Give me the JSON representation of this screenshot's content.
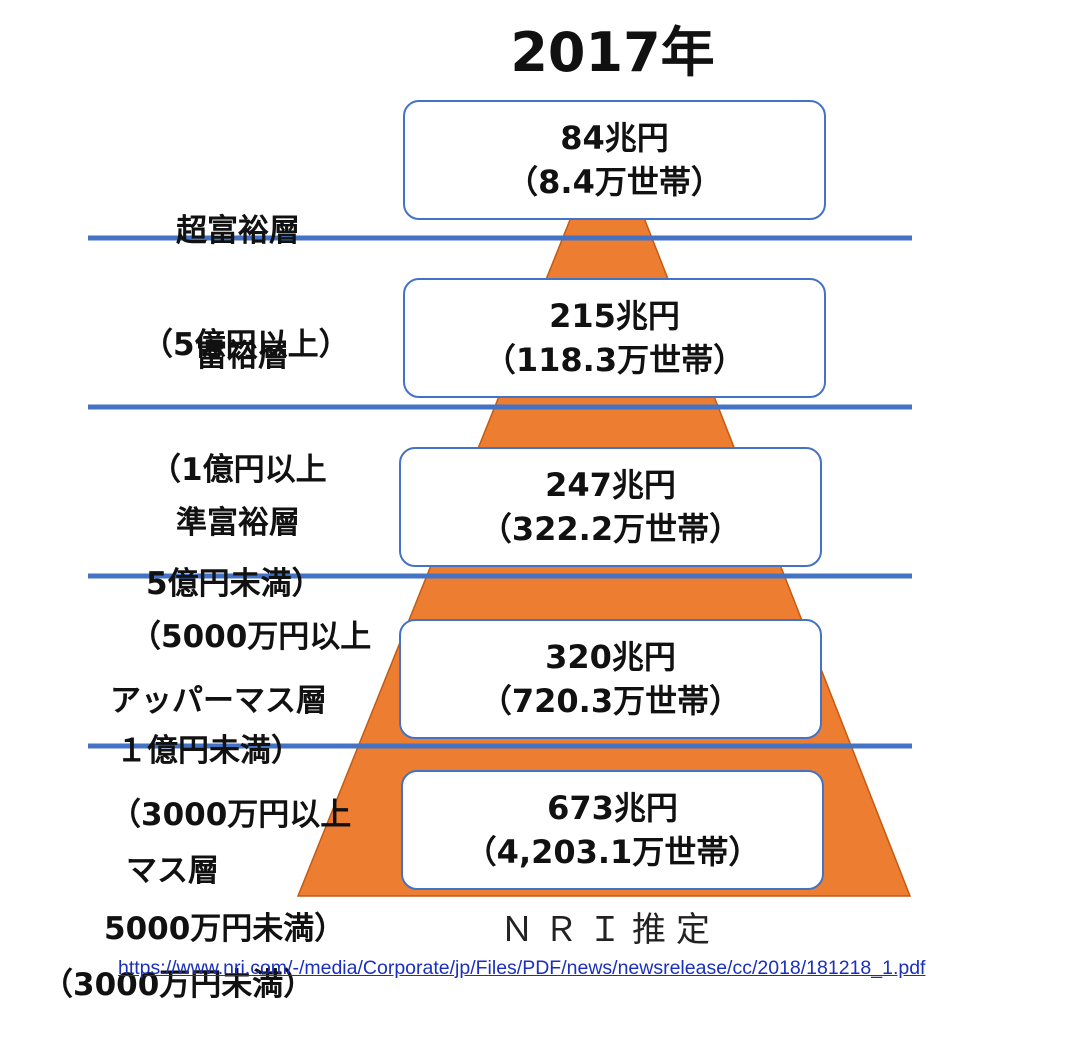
{
  "title": "2017年",
  "colors": {
    "pyramid_fill": "#ed7d31",
    "pyramid_stroke": "#c55a11",
    "divider": "#4472c4",
    "box_border": "#4472c4",
    "link": "#1a2fc0"
  },
  "tiers": [
    {
      "label_lines": [
        "超富裕層",
        "（5億円以上）"
      ],
      "amount": "84兆円",
      "households": "（8.4万世帯）"
    },
    {
      "label_lines": [
        "富裕層",
        "（1億円以上",
        "5億円未満）"
      ],
      "amount": "215兆円",
      "households": "（118.3万世帯）"
    },
    {
      "label_lines": [
        "準富裕層",
        "（5000万円以上",
        "１億円未満）"
      ],
      "amount": "247兆円",
      "households": "（322.2万世帯）"
    },
    {
      "label_lines": [
        "アッパーマス層",
        "（3000万円以上",
        "5000万円未満）"
      ],
      "amount": "320兆円",
      "households": "（720.3万世帯）"
    },
    {
      "label_lines": [
        "マス層",
        "（3000万円未満）"
      ],
      "amount": "673兆円",
      "households": "（4,203.1万世帯）"
    }
  ],
  "source": {
    "label": "ＮＲＩ推定",
    "url_text": "https://www.nri.com/-/media/Corporate/jp/Files/PDF/news/newsrelease/cc/2018/181218_1.pdf"
  }
}
